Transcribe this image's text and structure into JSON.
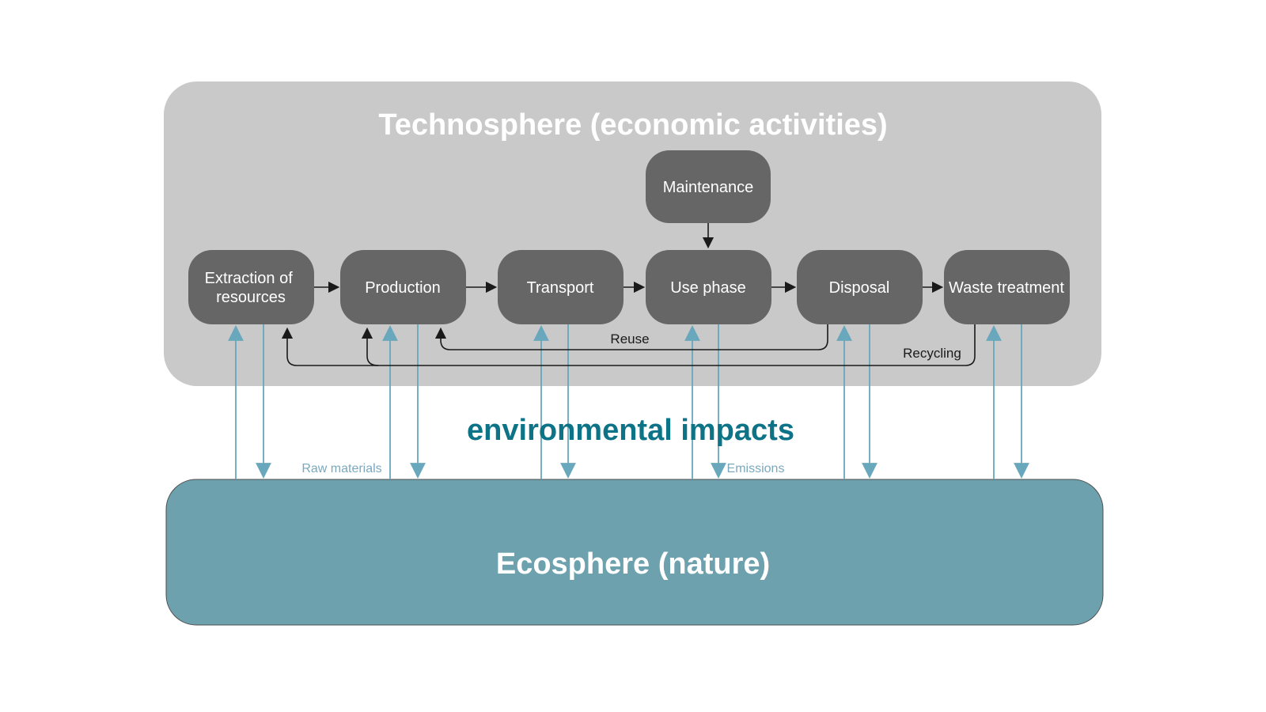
{
  "diagram": {
    "technosphere": {
      "title": "Technosphere (economic activities)"
    },
    "ecosphere": {
      "title": "Ecosphere (nature)"
    },
    "impacts_title": "environmental impacts",
    "maintenance_label": "Maintenance",
    "stages": [
      {
        "lines": [
          "Extraction of",
          "resources"
        ]
      },
      {
        "lines": [
          "Production"
        ]
      },
      {
        "lines": [
          "Transport"
        ]
      },
      {
        "lines": [
          "Use phase"
        ]
      },
      {
        "lines": [
          "Disposal"
        ]
      },
      {
        "lines": [
          "Waste treatment"
        ]
      }
    ],
    "loop_labels": {
      "reuse": "Reuse",
      "recycling": "Recycling"
    },
    "flow_labels": {
      "raw_materials": "Raw materials",
      "emissions": "Emissions"
    },
    "colors": {
      "technosphere_bg": "#c9c9c9",
      "stage_bg": "#666666",
      "stage_text": "#ffffff",
      "ecosphere_bg": "#6ea1ae",
      "flow_line": "#69a7bc",
      "flow_label_text": "#7aa9bd",
      "impacts_title_text": "#0d7387",
      "loop_line": "#1a1a1a"
    }
  }
}
